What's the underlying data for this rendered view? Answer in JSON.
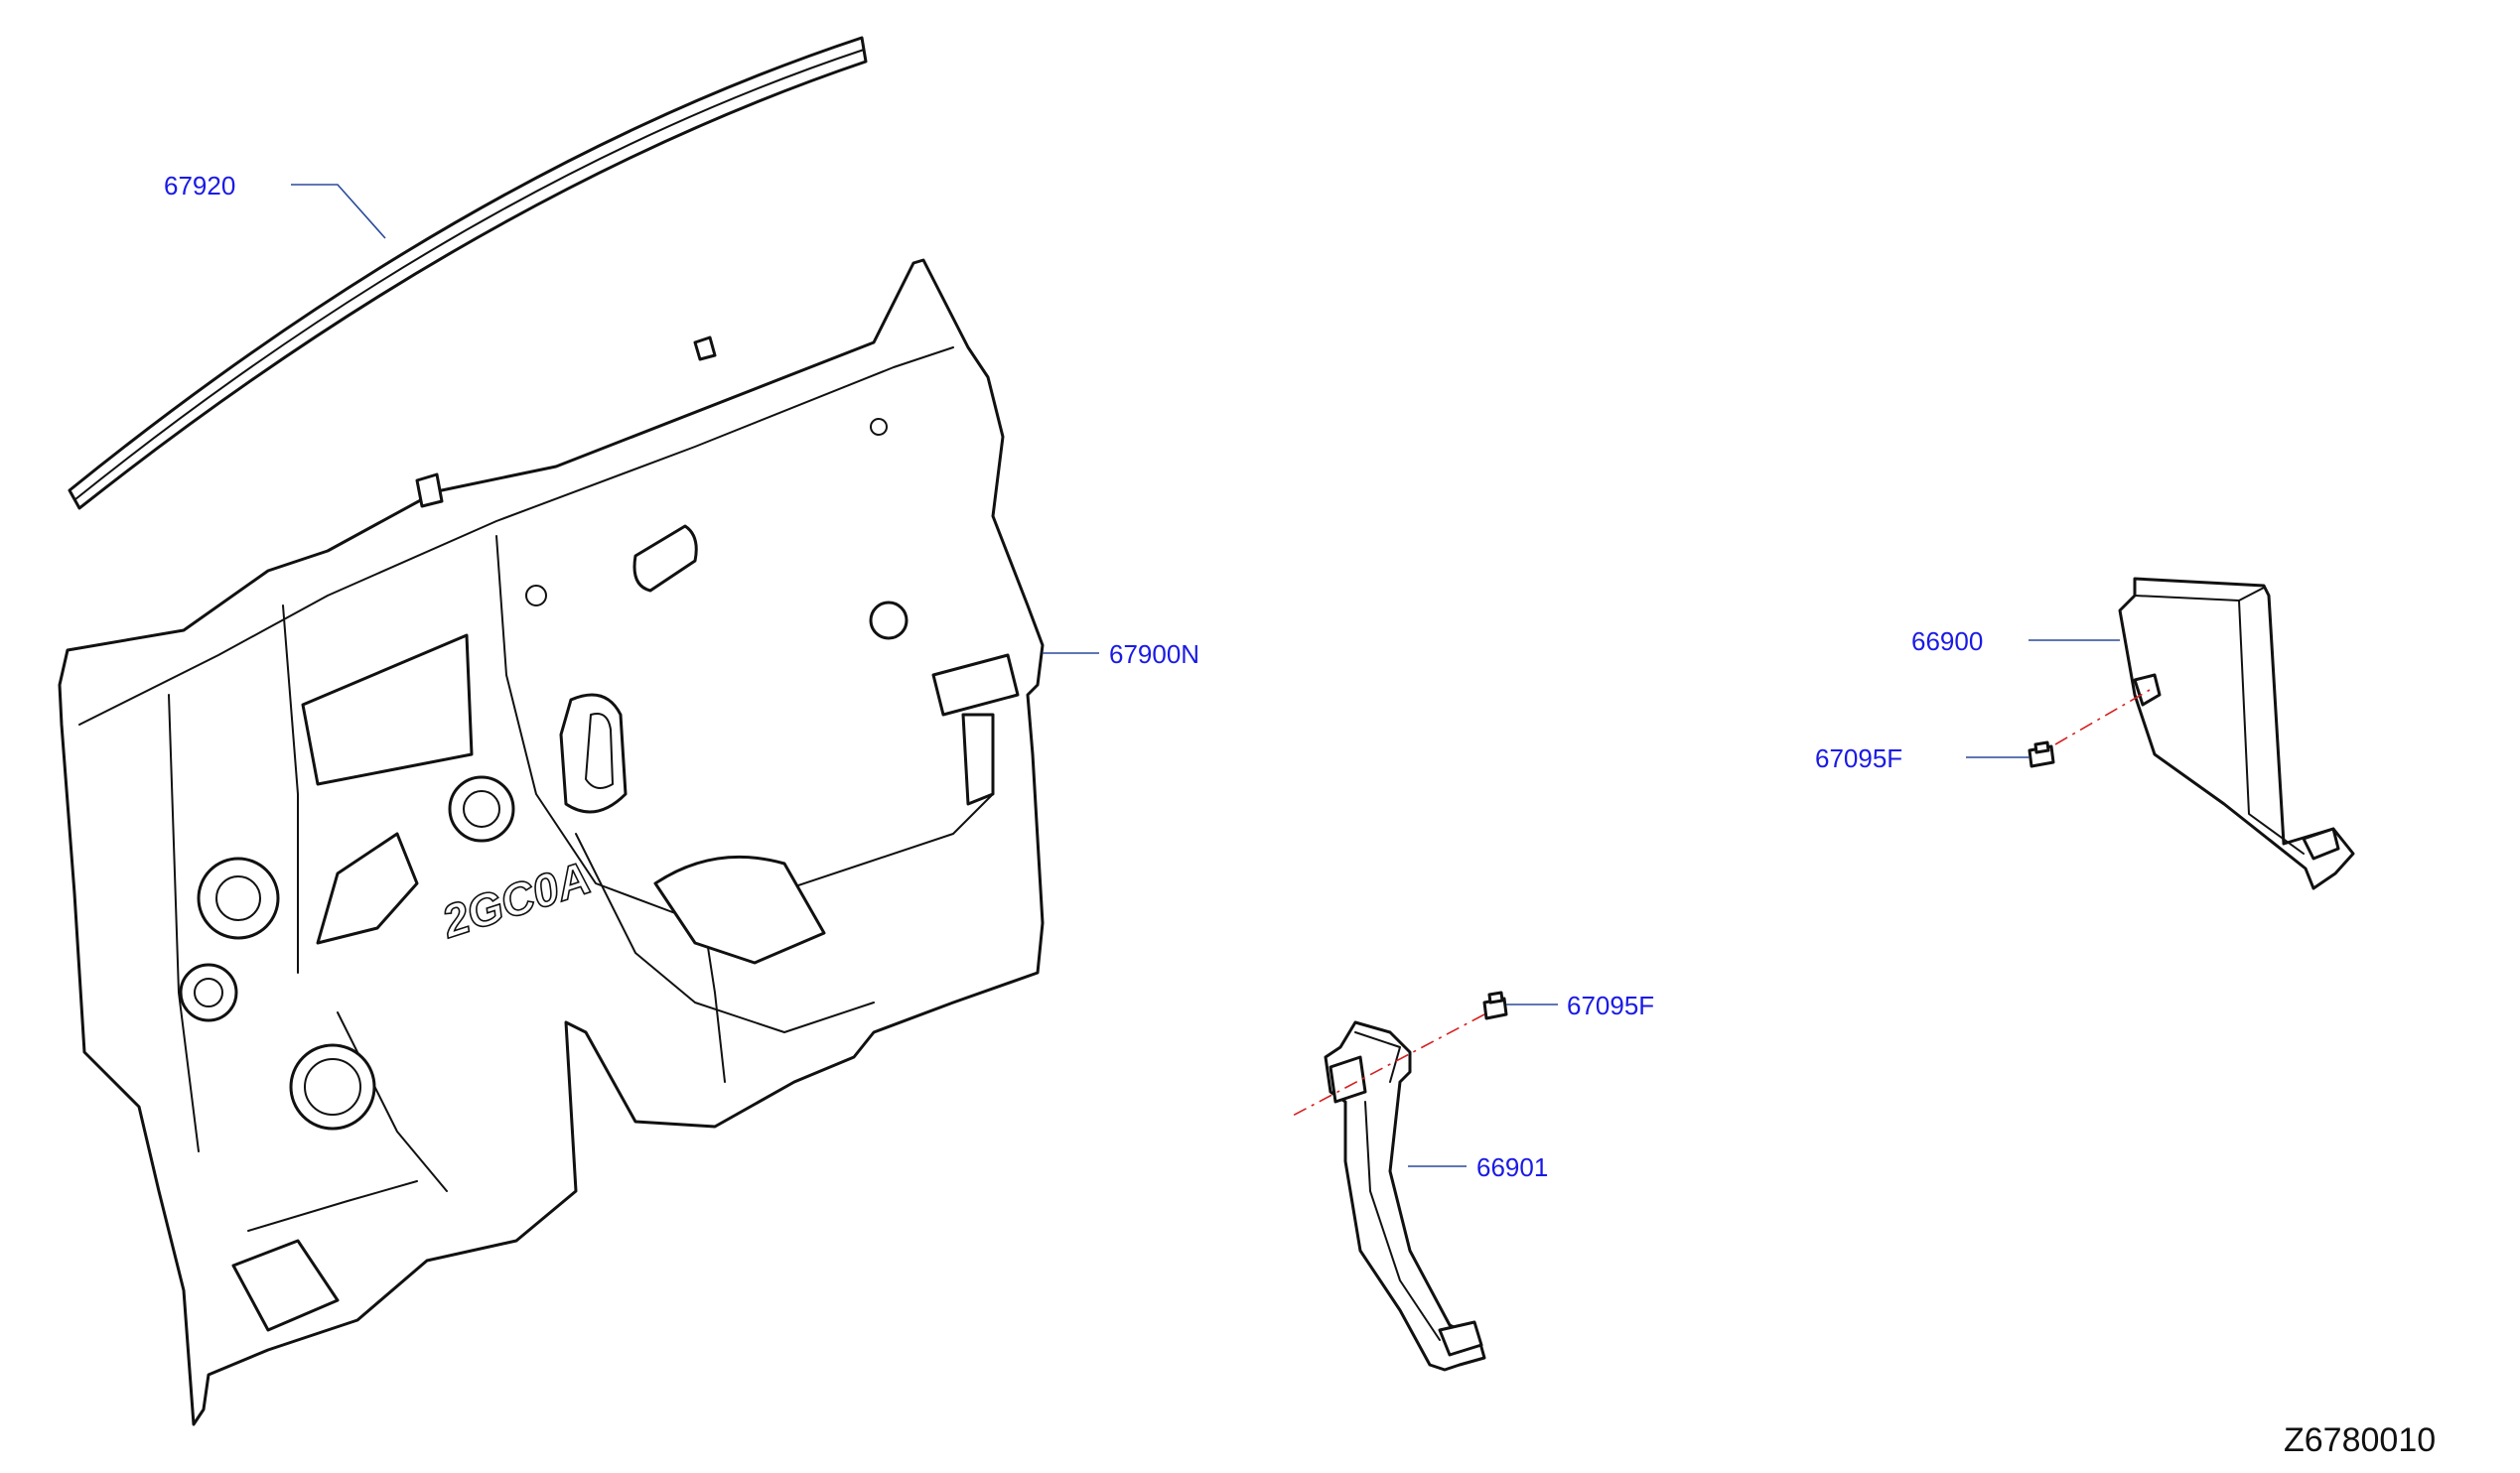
{
  "diagram": {
    "code": "Z6780010",
    "embossed_mark": "2GC0A",
    "labels": {
      "p67920": "67920",
      "p67900N": "67900N",
      "p66900": "66900",
      "p67095F_right": "67095F",
      "p67095F_center": "67095F",
      "p66901": "66901"
    },
    "colors": {
      "label": "#1a1ae6",
      "leader": "#2a4a9a",
      "axis": "#d42020",
      "line": "#111111"
    }
  }
}
